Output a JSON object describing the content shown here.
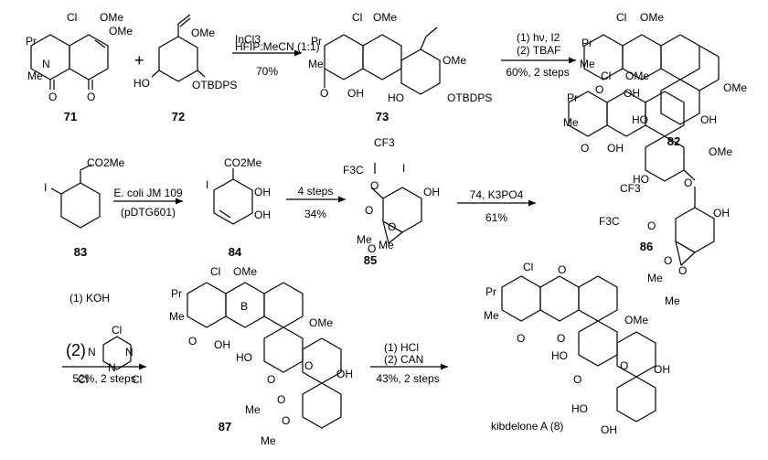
{
  "compounds": {
    "c71": "71",
    "c72": "72",
    "c73": "73",
    "c82": "82",
    "c83": "83",
    "c84": "84",
    "c85": "85",
    "c86": "86",
    "c87": "87",
    "c8": "kibdelone A (8)"
  },
  "symbols": {
    "plus": "+"
  },
  "reactions": {
    "r1": {
      "line1": "InCl3",
      "line2": "HFIP:MeCN (1:1)",
      "below": "70%"
    },
    "r2": {
      "line1": "(1) hν, I2",
      "line2": "(2) TBAF",
      "below": "60%, 2 steps"
    },
    "r3": {
      "above": "E. coli JM 109",
      "below": "(pDTG601)"
    },
    "r4": {
      "above": "4 steps",
      "below": "34%"
    },
    "r5": {
      "above": "74, K3PO4",
      "below": "61%"
    },
    "r6": {
      "line1": "(1) KOH",
      "line2": "(2)",
      "below": "52%, 2 steps"
    },
    "r7": {
      "line1": "(1) HCl",
      "line2": "(2) CAN",
      "below": "43%, 2 steps"
    }
  },
  "atoms": {
    "cl": "Cl",
    "pr": "Pr",
    "me": "Me",
    "n": "N",
    "o": "O",
    "ome": "OMe",
    "oh": "OH",
    "ho": "HO",
    "i": "I",
    "co2me": "CO2Me",
    "cf3": "CF3",
    "f3c": "F3C",
    "otbdps": "OTBDPS",
    "b": "B"
  }
}
